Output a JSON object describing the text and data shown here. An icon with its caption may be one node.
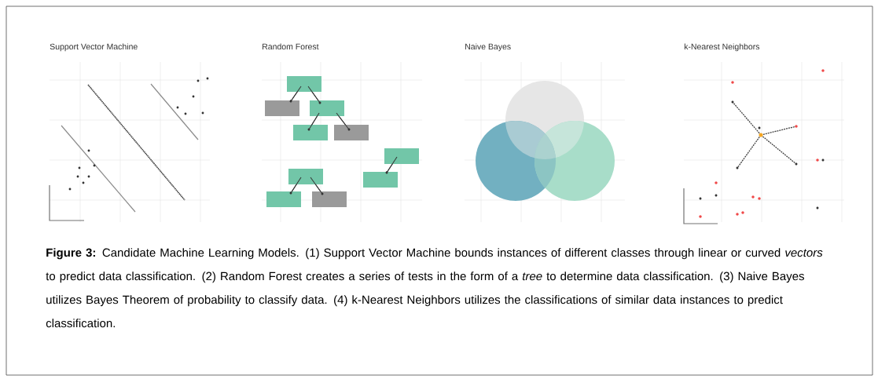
{
  "diagram": {
    "nodes": [
      {
        "text": [
          "Support Vector Machine"
        ]
      },
      {
        "text": [
          "Random Forest"
        ]
      },
      {
        "text": [
          "Naive Bayes"
        ]
      },
      {
        "text": [
          "k-Nearest Neighbors"
        ]
      }
    ],
    "caption": "**Figure 3:** Candidate Machine Learning Models. (1) Support Vector Machine bounds instances of different classes through linear or curved *vectors* to predict data classification. (2) Random Forest creates a series of tests in the form of a *tree* to determine data classification. (3) Naive Bayes utilizes Bayes Theorem of probability to classify data. (4) k-Nearest Neighbors utilizes the classifications of similar data instances to predict classification."
  }
}
